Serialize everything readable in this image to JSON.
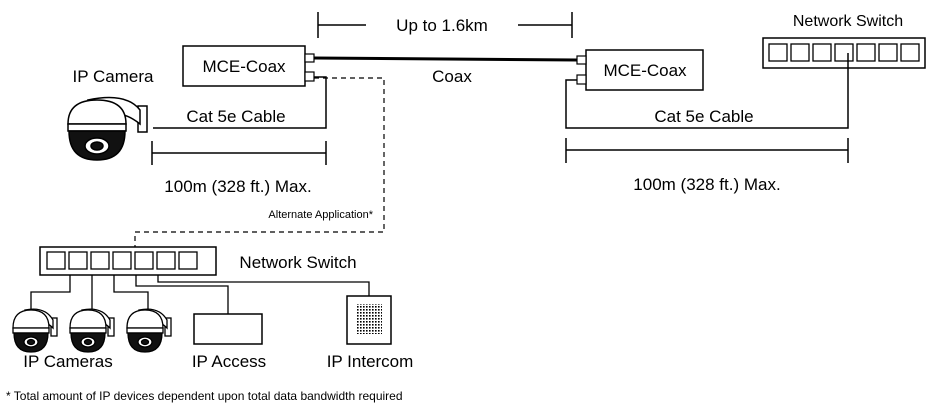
{
  "labels": {
    "distance_top": "Up to 1.6km",
    "network_switch_top": "Network Switch",
    "ip_camera": "IP Camera",
    "mce_left": "MCE-Coax",
    "mce_right": "MCE-Coax",
    "coax": "Coax",
    "cat5e_left": "Cat 5e Cable",
    "cat5e_right": "Cat 5e Cable",
    "max_left": "100m (328 ft.) Max.",
    "max_right": "100m (328 ft.) Max.",
    "alternate": "Alternate Application*",
    "network_switch_bottom": "Network Switch",
    "ip_cameras": "IP Cameras",
    "ip_access": "IP Access",
    "ip_intercom": "IP Intercom",
    "footnote": "* Total amount of IP devices dependent upon total data bandwidth required"
  },
  "switches": {
    "top_port_count": 7,
    "bottom_port_count": 7
  },
  "devices": {
    "bottom_camera_count": 3
  }
}
